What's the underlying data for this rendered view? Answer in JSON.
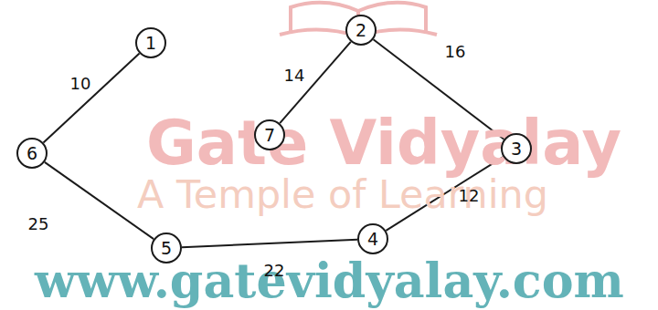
{
  "diagram": {
    "nodes": [
      {
        "text": [
          "1"
        ]
      },
      {
        "text": [
          "2"
        ]
      },
      {
        "text": [
          "3"
        ]
      },
      {
        "text": [
          "4"
        ]
      },
      {
        "text": [
          "5"
        ]
      },
      {
        "text": [
          "6"
        ]
      },
      {
        "text": [
          "7"
        ]
      }
    ],
    "edges": [
      {
        "from": 0,
        "to": 5,
        "arrow": "none",
        "label": "10"
      },
      {
        "from": 1,
        "to": 6,
        "arrow": "none",
        "label": "14"
      },
      {
        "from": 1,
        "to": 2,
        "arrow": "none",
        "label": "16"
      },
      {
        "from": 2,
        "to": 3,
        "arrow": "none",
        "label": "12"
      },
      {
        "from": 3,
        "to": 4,
        "arrow": "none",
        "label": "22"
      },
      {
        "from": 4,
        "to": 5,
        "arrow": "none",
        "label": "25"
      }
    ],
    "labels": [
      "Gate Vidyalay",
      "A Temple of Learning",
      "www.gatevidyalay.com"
    ]
  }
}
